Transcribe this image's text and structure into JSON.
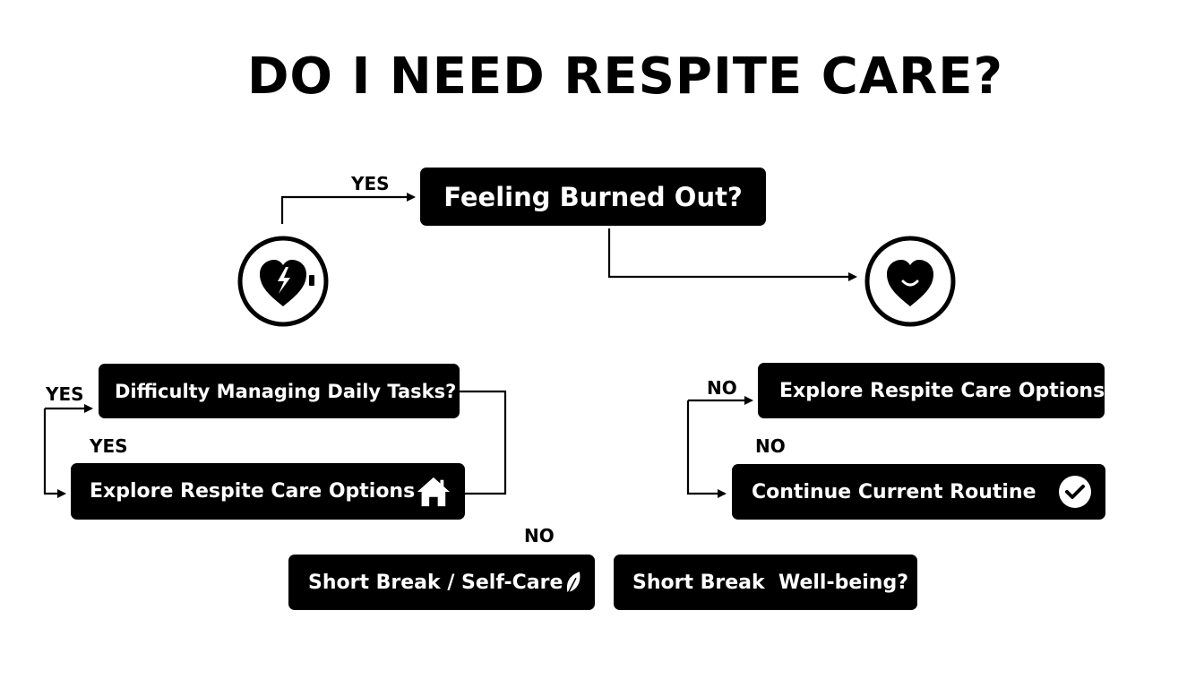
{
  "title": "DO I NEED RESPITE CARE?",
  "nodes": {
    "burned_out": "Feeling Burned Out?",
    "daily_tasks": "Difficulty Managing Daily Tasks?",
    "explore_left": "Explore Respite Care Options",
    "explore_right": "Explore Respite Care Options",
    "continue_routine": "Continue Current Routine",
    "short_break_self_care": "Short Break / Self-Care",
    "short_break_wellbeing": "Short Break  Well-being?"
  },
  "edge_labels": {
    "yes_top": "YES",
    "yes_left_1": "YES",
    "yes_left_2": "YES",
    "no_right_1": "NO",
    "no_right_2": "NO",
    "no_bottom": "NO"
  },
  "icons": {
    "left_circle": "broken-heart-icon",
    "right_circle": "smiling-heart-icon",
    "explore_left": "house-icon",
    "continue_routine": "check-circle-icon",
    "short_break_self_care": "leaf-icon"
  },
  "colors": {
    "node_fill": "#000000",
    "node_text": "#ffffff",
    "background": "#ffffff"
  }
}
